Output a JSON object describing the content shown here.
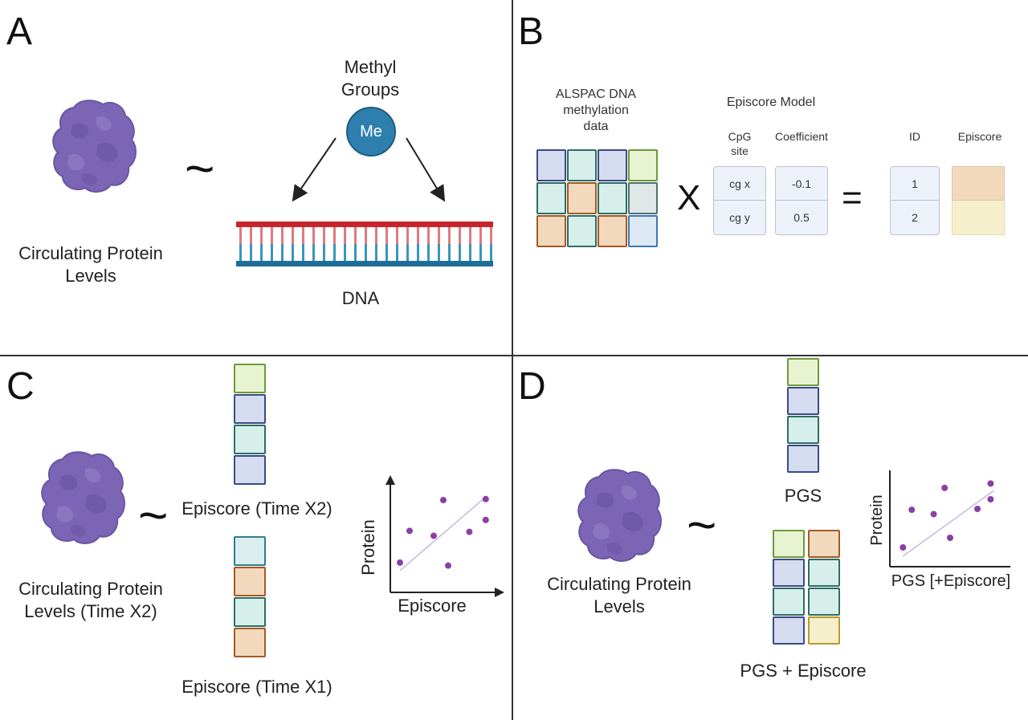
{
  "panels": {
    "a": {
      "letter": "A",
      "protein_label_line1": "Circulating Protein",
      "protein_label_line2": "Levels",
      "tilde": "~",
      "methyl_line1": "Methyl",
      "methyl_line2": "Groups",
      "me_text": "Me",
      "dna_label": "DNA"
    },
    "b": {
      "letter": "B",
      "alspac_line1": "ALSPAC DNA",
      "alspac_line2": "methylation",
      "alspac_line3": "data",
      "model_title": "Episcore Model",
      "col_cpg_line1": "CpG",
      "col_cpg_line2": "site",
      "col_coef": "Coefficient",
      "col_id": "ID",
      "col_episcore": "Episcore",
      "multiply": "X",
      "equals": "=",
      "rows": [
        {
          "cpg": "cg x",
          "coef": "-0.1",
          "id": "1"
        },
        {
          "cpg": "cg y",
          "coef": "0.5",
          "id": "2"
        }
      ]
    },
    "c": {
      "letter": "C",
      "protein_label_line1": "Circulating Protein",
      "protein_label_line2": "Levels (Time X2)",
      "tilde": "~",
      "episcore_x2": "Episcore (Time X2)",
      "episcore_x1": "Episcore (Time X1)",
      "plot_xlabel": "Episcore",
      "plot_ylabel": "Protein"
    },
    "d": {
      "letter": "D",
      "protein_label_line1": "Circulating Protein",
      "protein_label_line2": "Levels",
      "tilde": "~",
      "pgs_label": "PGS",
      "pgs_episcore_label": "PGS + Episcore",
      "plot_xlabel": "PGS [+Episcore]",
      "plot_ylabel": "Protein"
    }
  },
  "colors": {
    "blue": "#d5dcef",
    "blue_border": "#3b4a86",
    "teal": "#d6efea",
    "teal_border": "#2f6d62",
    "green": "#e8f3d2",
    "green_border": "#6d9a3a",
    "orange": "#f2d9bd",
    "orange_border": "#a35a24",
    "light_blue": "#ddeaf6",
    "light_blue_border": "#3a78b6",
    "light_teal": "#daeef0",
    "light_teal_border": "#2f7e8c",
    "yellow": "#f6efcc",
    "yellow_border": "#b89a2a",
    "grey_teal": "#dfe7e8",
    "grey_teal_border": "#51716f",
    "protein": "#7c65b5",
    "protein_dark": "#5f4a96",
    "dna_red": "#c7252d",
    "dna_blue": "#1f6e98",
    "dot": "#8a3fa5",
    "fit_line": "#c9b6e4"
  },
  "chart_data": [
    {
      "type": "scatter",
      "title": "",
      "xlabel": "Episcore",
      "ylabel": "Protein",
      "points": [
        [
          0.1,
          0.3
        ],
        [
          0.2,
          0.62
        ],
        [
          0.45,
          0.57
        ],
        [
          0.55,
          0.93
        ],
        [
          0.6,
          0.27
        ],
        [
          0.82,
          0.61
        ],
        [
          0.99,
          0.94
        ],
        [
          0.99,
          0.73
        ]
      ],
      "trend_line": [
        [
          0.1,
          0.22
        ],
        [
          1.0,
          0.97
        ]
      ],
      "xlim": [
        0,
        1.1
      ],
      "ylim": [
        0,
        1.1
      ]
    },
    {
      "type": "scatter",
      "title": "",
      "xlabel": "PGS [+Episcore]",
      "ylabel": "Protein",
      "points": [
        [
          0.12,
          0.22
        ],
        [
          0.2,
          0.65
        ],
        [
          0.4,
          0.6
        ],
        [
          0.5,
          0.9
        ],
        [
          0.55,
          0.33
        ],
        [
          0.8,
          0.66
        ],
        [
          0.92,
          0.95
        ],
        [
          0.92,
          0.77
        ]
      ],
      "trend_line": [
        [
          0.12,
          0.12
        ],
        [
          0.95,
          0.87
        ]
      ],
      "xlim": [
        0,
        1.1
      ],
      "ylim": [
        0,
        1.1
      ]
    }
  ]
}
